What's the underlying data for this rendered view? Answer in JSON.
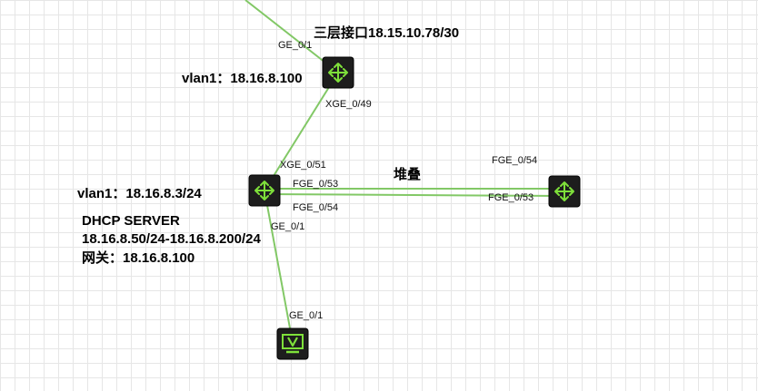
{
  "colors": {
    "link": "#82c866",
    "device_bg": "#1d1d1d",
    "device_icon": "#7ee03a"
  },
  "nodes": {
    "core_switch": {
      "icon": "router-arrows-icon"
    },
    "access_switch": {
      "icon": "router-arrows-icon"
    },
    "stack_switch": {
      "icon": "router-arrows-icon"
    },
    "terminal": {
      "icon": "monitor-v-icon"
    }
  },
  "labels": {
    "core_l3_interface": "三层接口18.15.10.78/30",
    "core_vlan1": "vlan1：18.16.8.100",
    "access_vlan1": "vlan1：18.16.8.3/24",
    "dhcp_title": "DHCP SERVER",
    "dhcp_range": "18.16.8.50/24-18.16.8.200/24",
    "dhcp_gateway": "网关：18.16.8.100",
    "stack": "堆叠"
  },
  "ports": {
    "core_up": "GE_0/1",
    "core_down": "XGE_0/49",
    "access_up": "XGE_0/51",
    "access_fge53": "FGE_0/53",
    "access_fge54": "FGE_0/54",
    "access_down": "GE_0/1",
    "stack_fge54": "FGE_0/54",
    "stack_fge53": "FGE_0/53",
    "terminal_up": "GE_0/1"
  }
}
